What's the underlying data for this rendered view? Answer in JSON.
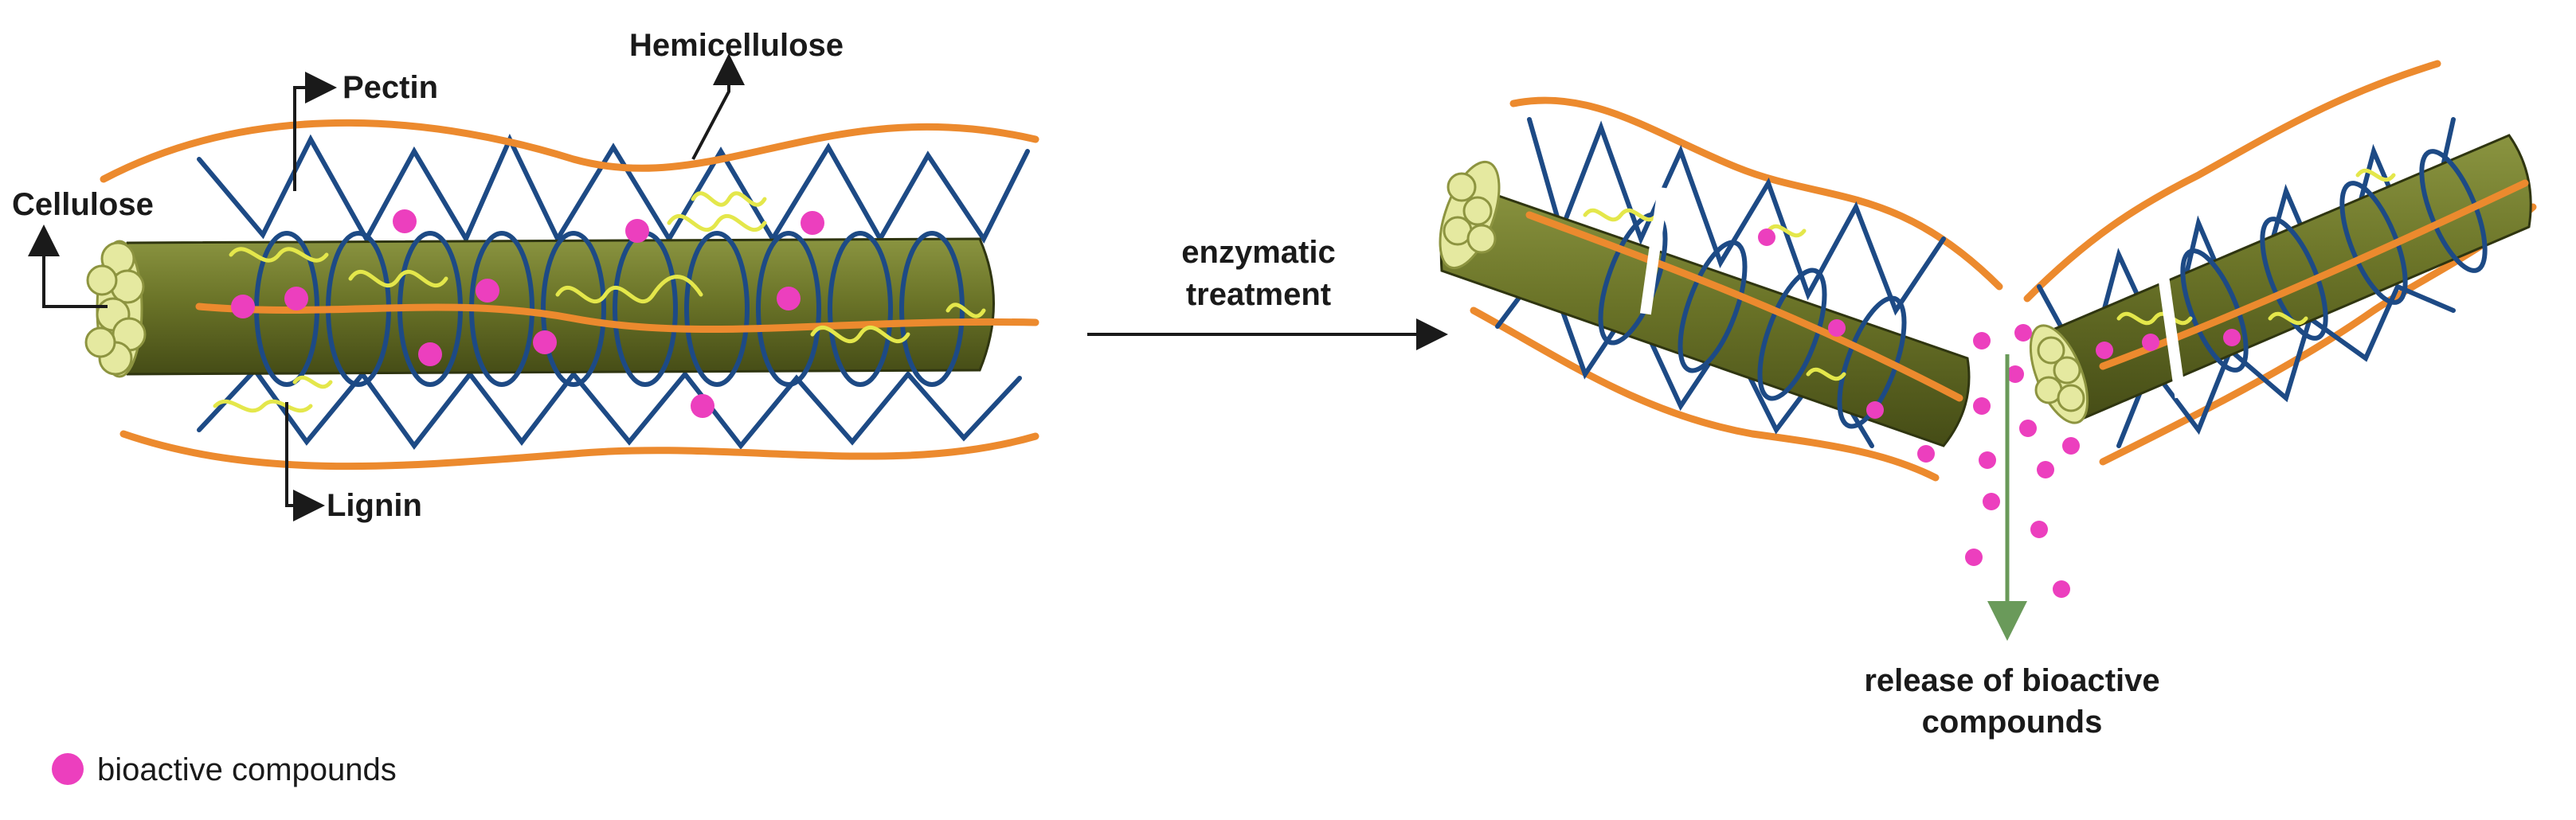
{
  "labels": {
    "cellulose": "Cellulose",
    "pectin": "Pectin",
    "hemicellulose": "Hemicellulose",
    "lignin": "Lignin",
    "treatment_line1": "enzymatic",
    "treatment_line2": "treatment",
    "release_line1": "release of bioactive",
    "release_line2": "compounds"
  },
  "legend": {
    "label": "bioactive compounds"
  },
  "colors": {
    "hemicellulose": "#ec8a2e",
    "pectin": "#1d4a85",
    "lignin": "#e4e74b",
    "cellulose": "#69722a",
    "bioactive": "#ec3fbe",
    "release_arrow": "#6a9a5a"
  }
}
